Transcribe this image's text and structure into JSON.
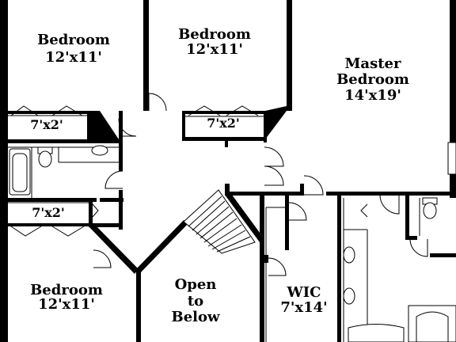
{
  "plan": {
    "rooms": [
      {
        "id": "bedroom-nw",
        "name": "Bedroom",
        "size": "12'x11'"
      },
      {
        "id": "bedroom-n",
        "name": "Bedroom",
        "size": "12'x11'"
      },
      {
        "id": "master",
        "name_line1": "Master",
        "name_line2": "Bedroom",
        "size": "14'x19'"
      },
      {
        "id": "bedroom-sw",
        "name": "Bedroom",
        "size": "12'x11'"
      },
      {
        "id": "open",
        "line1": "Open",
        "line2": "to",
        "line3": "Below"
      },
      {
        "id": "wic",
        "name": "WIC",
        "size": "7'x14'"
      }
    ],
    "closets": [
      {
        "id": "closet-nw",
        "size": "7'x2'"
      },
      {
        "id": "closet-n",
        "size": "7'x2'"
      },
      {
        "id": "closet-sw",
        "size": "7'x2'"
      }
    ]
  }
}
